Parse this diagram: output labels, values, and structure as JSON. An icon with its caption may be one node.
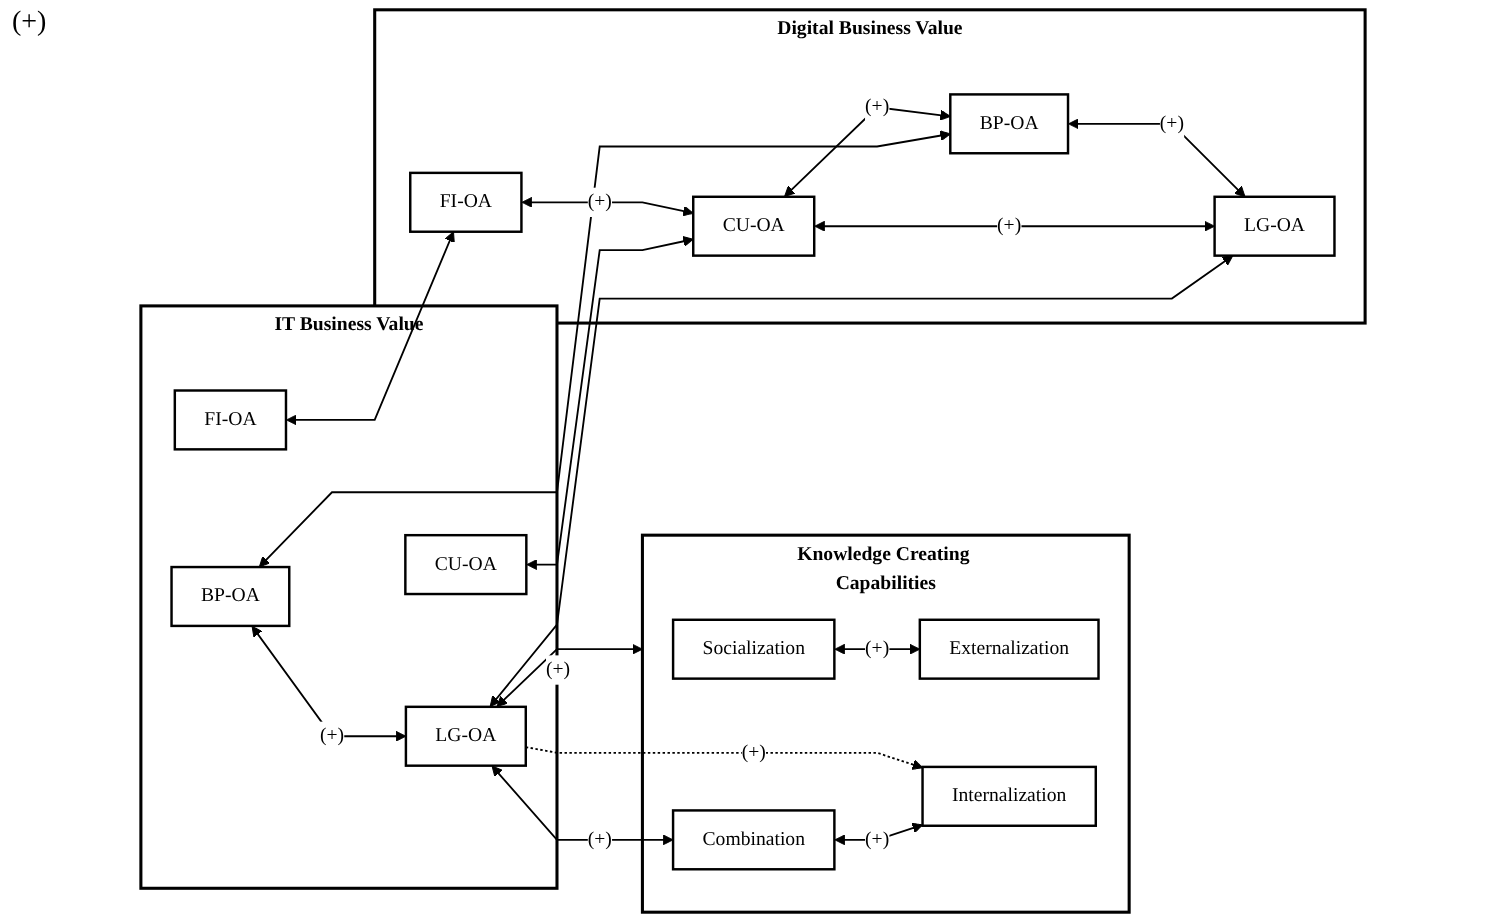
{
  "diagram": {
    "nodes": [
      {
        "text": [
          "Knowledge Creating Capabilities"
        ]
      },
      {
        "text": [
          "Socialization"
        ],
        "in": 0
      },
      {
        "text": [
          "Externalization"
        ],
        "in": 0
      },
      {
        "text": [
          "Combination"
        ],
        "in": 0
      },
      {
        "text": [
          "Internalization"
        ],
        "in": 0
      },
      {
        "text": [
          "IT Business Value"
        ]
      },
      {
        "text": [
          "FI-OA"
        ],
        "in": 5
      },
      {
        "text": [
          "CU-OA"
        ],
        "in": 5
      },
      {
        "text": [
          "BP-OA"
        ],
        "in": 5
      },
      {
        "text": [
          "LG-OA"
        ],
        "in": 5
      },
      {
        "text": [
          "Digital Business Value"
        ]
      },
      {
        "text": [
          "FI-OA"
        ],
        "in": 10
      },
      {
        "text": [
          "CU-OA"
        ],
        "in": 10
      },
      {
        "text": [
          "BP-OA"
        ],
        "in": 10
      },
      {
        "text": [
          "LG-OA"
        ],
        "in": 10
      }
    ],
    "edges": [
      {
        "from": 1,
        "to": 2,
        "arrow": "both",
        "label": "(+)"
      },
      {
        "from": 3,
        "to": 4,
        "arrow": "both",
        "label": "(+)"
      },
      {
        "from": 9,
        "to": 0,
        "arrow": "both",
        "label": "(+)"
      },
      {
        "from": 8,
        "to": 9,
        "arrow": "both",
        "label": "(+)"
      },
      {
        "from": 9,
        "to": 3,
        "arrow": "both",
        "label": "(+)"
      },
      {
        "from": 9,
        "to": 4,
        "arrow": "to",
        "label": "(+)",
        "style": "dashed"
      },
      {
        "from": 6,
        "to": 11,
        "arrow": "both"
      },
      {
        "from": 7,
        "to": 12,
        "arrow": "both"
      },
      {
        "from": 8,
        "to": 13,
        "arrow": "both"
      },
      {
        "from": 9,
        "to": 14,
        "arrow": "both"
      },
      {
        "from": 11,
        "to": 12,
        "arrow": "both",
        "label": "(+)"
      },
      {
        "from": 12,
        "to": 14,
        "arrow": "both",
        "label": "(+)"
      },
      {
        "from": 12,
        "to": 13,
        "arrow": "both",
        "label": "(+)"
      },
      {
        "from": 13,
        "to": 14,
        "arrow": "both",
        "label": "(+)"
      }
    ],
    "labels": [
      "(+)"
    ]
  }
}
